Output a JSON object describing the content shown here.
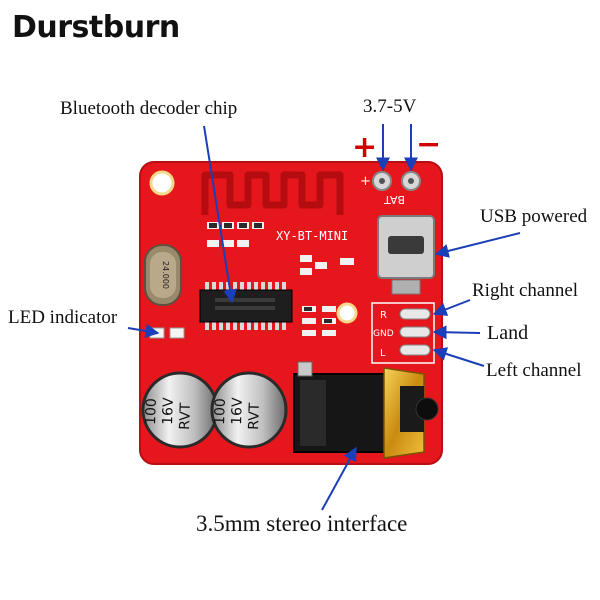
{
  "brand": "Durstburn",
  "labels": {
    "chip": "Bluetooth decoder chip",
    "voltage": "3.7-5V",
    "plus": "+",
    "minus": "−",
    "usb": "USB powered",
    "right": "Right channel",
    "land": "Land",
    "left": "Left channel",
    "led": "LED indicator",
    "jack": "3.5mm stereo interface"
  },
  "board": {
    "model": "XY-BT-MINI",
    "bat": "BAT",
    "crystal": "24.000",
    "pads": [
      "R",
      "GND",
      "L"
    ],
    "cap1": [
      "100",
      "16V",
      "RVT"
    ],
    "cap2": [
      "100",
      "16V",
      "RVT"
    ]
  },
  "colors": {
    "board": "#e5161c",
    "arrow": "#1a3fb8",
    "pcbText": "#ffffff"
  }
}
